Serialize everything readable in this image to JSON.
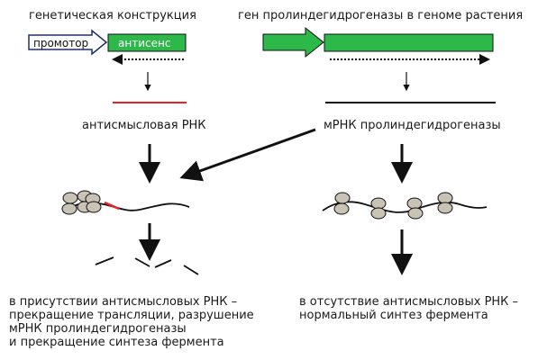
{
  "left_title": "генетическая конструкция",
  "right_title": "ген пролиндегидрогеназы в геноме растения",
  "promoter_label": "промотор",
  "antisense_label": "антисенс",
  "antisense_rna_label": "антисмысловая РНК",
  "mrna_label": "мРНК пролиндегидрогеназы",
  "left_caption": [
    "в присутствии антисмысловых РНК –",
    "прекращение трансляции, разрушение",
    "мРНК пролиндегидрогеназы",
    "и прекращение синтеза фермента"
  ],
  "right_caption": [
    "в отсутствие антисмысловых РНК –",
    "нормальный синтез фермента"
  ],
  "colors": {
    "green": "#2db84a",
    "red": "#e8202a",
    "ribosome": "#c9c3b6",
    "line": "#111111"
  }
}
